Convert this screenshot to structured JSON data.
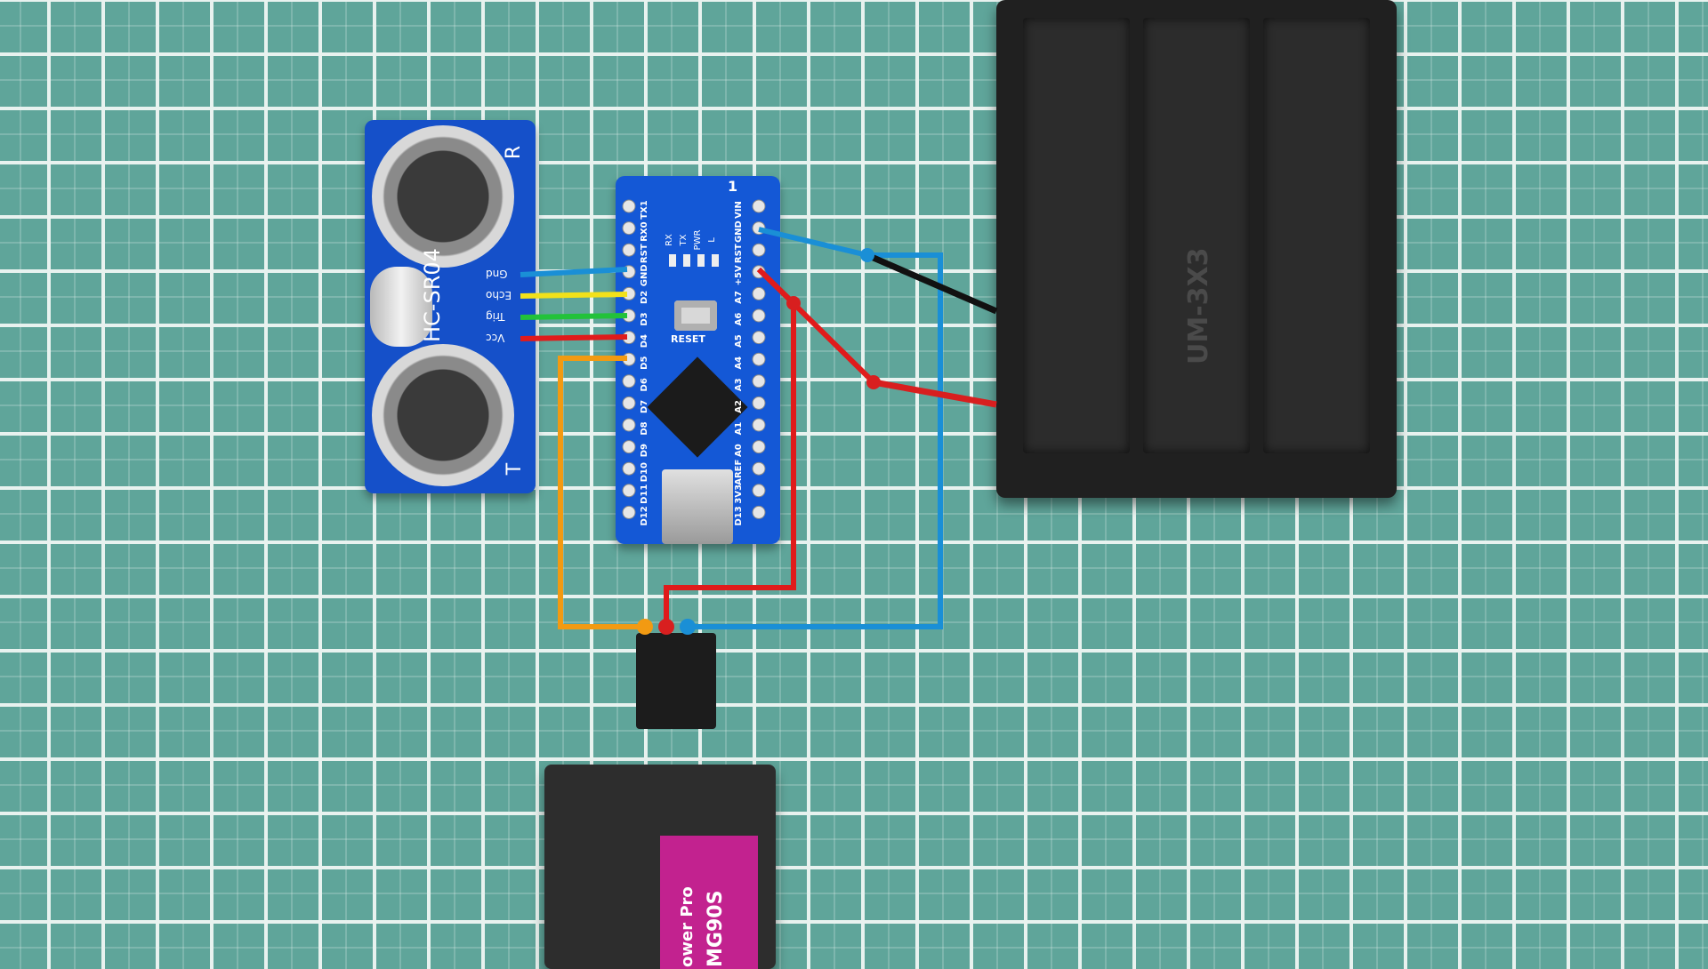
{
  "ultrasonic": {
    "model": "HC-SR04",
    "corner_top": "R",
    "corner_bottom": "T",
    "pins": [
      "Gnd",
      "Echo",
      "Trig",
      "Vcc"
    ]
  },
  "nano": {
    "pin_number": "1",
    "top_header": [
      "TX1",
      "RX0",
      "RST",
      "GND",
      "D2",
      "D3",
      "D4",
      "D5",
      "D6",
      "D7",
      "D8",
      "D9",
      "D10",
      "D11",
      "D12"
    ],
    "bottom_header": [
      "VIN",
      "GND",
      "RST",
      "+5V",
      "A7",
      "A6",
      "A5",
      "A4",
      "A3",
      "A2",
      "A1",
      "A0",
      "AREF",
      "3V3",
      "D13"
    ],
    "leds": [
      "RX",
      "TX",
      "PWR",
      "L"
    ],
    "reset_label": "RESET"
  },
  "battery": {
    "label": "UM-3X3"
  },
  "servo": {
    "label": "MG90S",
    "brand": "ower Pro"
  },
  "wire_colors": {
    "gnd": "#1a8fd6",
    "echo": "#f2e11a",
    "trig": "#22c23a",
    "vcc": "#e01b1b",
    "signal": "#f29a12",
    "battery_red": "#d81f1f",
    "battery_black": "#111111"
  }
}
